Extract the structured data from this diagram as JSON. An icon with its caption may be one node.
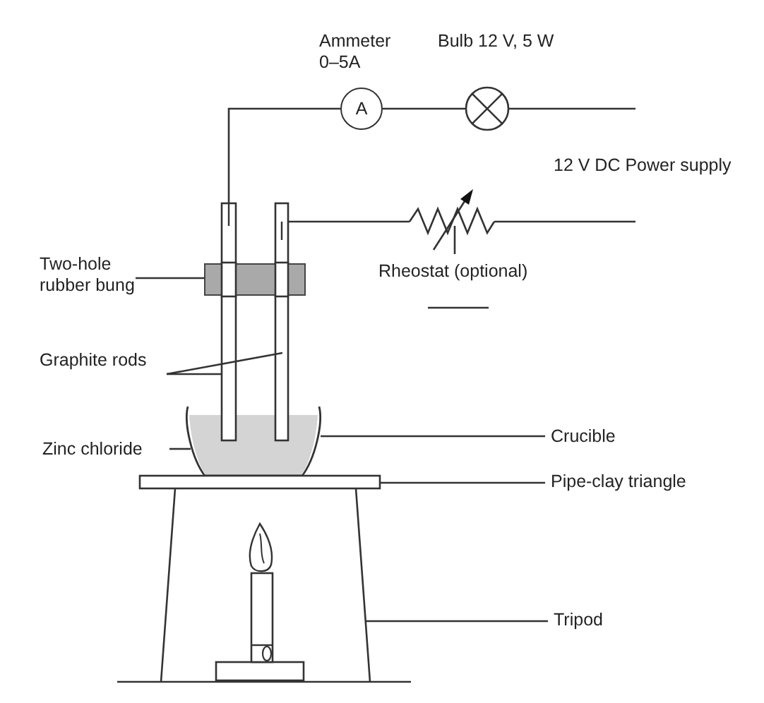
{
  "diagram": {
    "nodes": [
      {
        "text": [
          "Two-hole rubber bung"
        ]
      },
      {
        "text": [],
        "shape": "box"
      },
      {
        "text": [
          "Graphite rods"
        ]
      },
      {
        "text": [],
        "shape": "bar"
      },
      {
        "text": [],
        "shape": "bar"
      },
      {
        "text": [],
        "shape": "bowl"
      },
      {
        "text": [],
        "shape": "box",
        "in": 5
      },
      {
        "text": [
          "Zinc chloride"
        ]
      },
      {
        "text": [
          "Crucible"
        ]
      },
      {
        "text": [
          "Pipe-clay triangle"
        ]
      },
      {
        "text": [],
        "shape": "bar"
      },
      {
        "text": [
          "Tripod"
        ]
      },
      {
        "text": [],
        "shape": "box"
      },
      {
        "text": [
          "A"
        ],
        "beside": [
          "Ammeter 0–5A"
        ]
      },
      {
        "text": [],
        "shape": "circle",
        "beside": [
          "Bulb 12 V, 5 W"
        ]
      },
      {
        "text": [],
        "shape": "resistor",
        "beside": [
          "Rheostat (optional)"
        ]
      }
    ],
    "edges": [
      {
        "from": 0,
        "to": 1,
        "arrow": "none"
      },
      {
        "from": 2,
        "to": 3,
        "arrow": "none"
      },
      {
        "from": 2,
        "to": 4,
        "arrow": "none"
      },
      {
        "from": 7,
        "to": 6,
        "arrow": "none"
      },
      {
        "from": 8,
        "to": 5,
        "arrow": "none"
      },
      {
        "from": 9,
        "to": 10,
        "arrow": "none"
      },
      {
        "from": 11,
        "to": 12,
        "arrow": "none"
      },
      {
        "from": 3,
        "to": 13,
        "arrow": "none"
      },
      {
        "from": 13,
        "to": 14,
        "arrow": "none"
      },
      {
        "from": 14,
        "to": null,
        "arrow": "none"
      },
      {
        "from": 4,
        "to": 15,
        "arrow": "none"
      },
      {
        "from": 15,
        "to": null,
        "arrow": "none"
      }
    ],
    "labels": [
      "12 V DC Power supply"
    ]
  }
}
